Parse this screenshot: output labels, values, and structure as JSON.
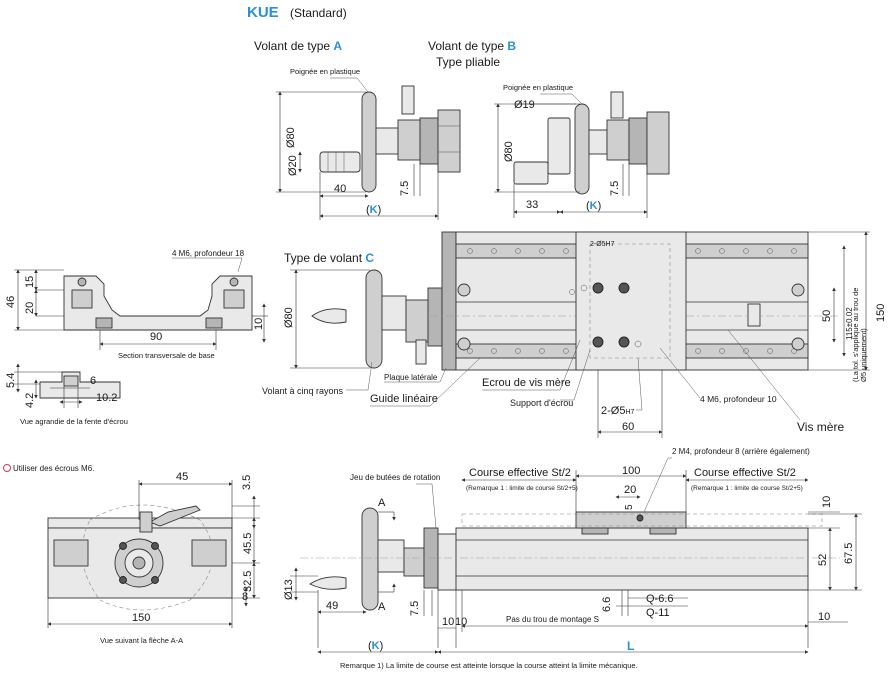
{
  "header": {
    "model": "KUE",
    "variant": "(Standard)"
  },
  "colors": {
    "accent": "#2a8fd6",
    "line": "#333333",
    "part_fill": "#e9e9e9"
  },
  "handle_a": {
    "title_prefix": "Volant de type ",
    "title_letter": "A",
    "grip_note": "Poignée en plastique",
    "d80": "Ø80",
    "d20": "Ø20",
    "dim40": "40",
    "dim7_5": "7.5",
    "k_label": "(K)"
  },
  "handle_b": {
    "title_prefix": "Volant de type ",
    "title_letter": "B",
    "subtitle": "Type pliable",
    "grip_note": "Poignée en plastique",
    "d19": "Ø19",
    "d80": "Ø80",
    "dim33": "33",
    "dim7_5": "7.5",
    "k_label": "(K)"
  },
  "handle_c": {
    "title_prefix": "Type de volant ",
    "title_letter": "C",
    "d80": "Ø80",
    "five_spoke": "Volant à cinq rayons"
  },
  "base_section": {
    "tap_note": "4 M6, profondeur 18",
    "d46": "46",
    "d15": "15",
    "d20": "20",
    "d90": "90",
    "d10": "10",
    "caption": "Section transversale de base"
  },
  "slot_detail": {
    "d5_4": "5.4",
    "d4_2": "4.2",
    "d6": "6",
    "d10_2": "10.2",
    "caption": "Vue agrandie de la fente d'écrou",
    "nut_note": "Utiliser des écrous M6."
  },
  "top_view": {
    "side_plate": "Plaque latérale",
    "linear_guide": "Guide linéaire",
    "screw_nut": "Ecrou de vis mère",
    "nut_support": "Support d'écrou",
    "pin_holes": "2-Ø5",
    "pin_tol": "H7",
    "dim60": "60",
    "m6_tap": "4 M6, profondeur 10",
    "lead_screw": "Vis mère",
    "dim50": "50",
    "tol_115": "115±0.02",
    "tol_note1": "(La tol. s'applique au trou de",
    "tol_note2": "Ø5 uniquement)",
    "dim150": "150"
  },
  "side_view": {
    "stopper": "Jeu de butées de rotation",
    "a_mark": "A",
    "stroke_left": "Course effective St/2",
    "stroke_right": "Course effective St/2",
    "remark_left": "(Remarque 1 : limite de course St/2+5)",
    "remark_right": "(Remarque 1 : limite de course St/2+5)",
    "dim100": "100",
    "dim20": "20",
    "dim5": "5",
    "m4_tap": "2 M4, profondeur 8 (arrière également)",
    "dim10_top": "10",
    "dim52": "52",
    "dim67_5": "67.5",
    "d13": "Ø13",
    "dim49": "49",
    "dim7_5": "7.5",
    "dim10_a": "10",
    "dim10_b": "10",
    "q66": "Q-6.6",
    "q11": "Q-11",
    "dim6_6": "6.6",
    "mount_pitch": "Pas du trou de montage S",
    "dim10_r": "10",
    "k_label": "(K)",
    "l_label": "L"
  },
  "end_view": {
    "dim45": "45",
    "dim3_5": "3.5",
    "dim45_5": "45.5",
    "dim32_5": "32.5",
    "dim8": "8",
    "dim150": "150",
    "caption": "Vue suivant la flèche A-A"
  },
  "footnote": "Remarque 1) La limite de course est atteinte lorsque la course atteint la limite mécanique."
}
